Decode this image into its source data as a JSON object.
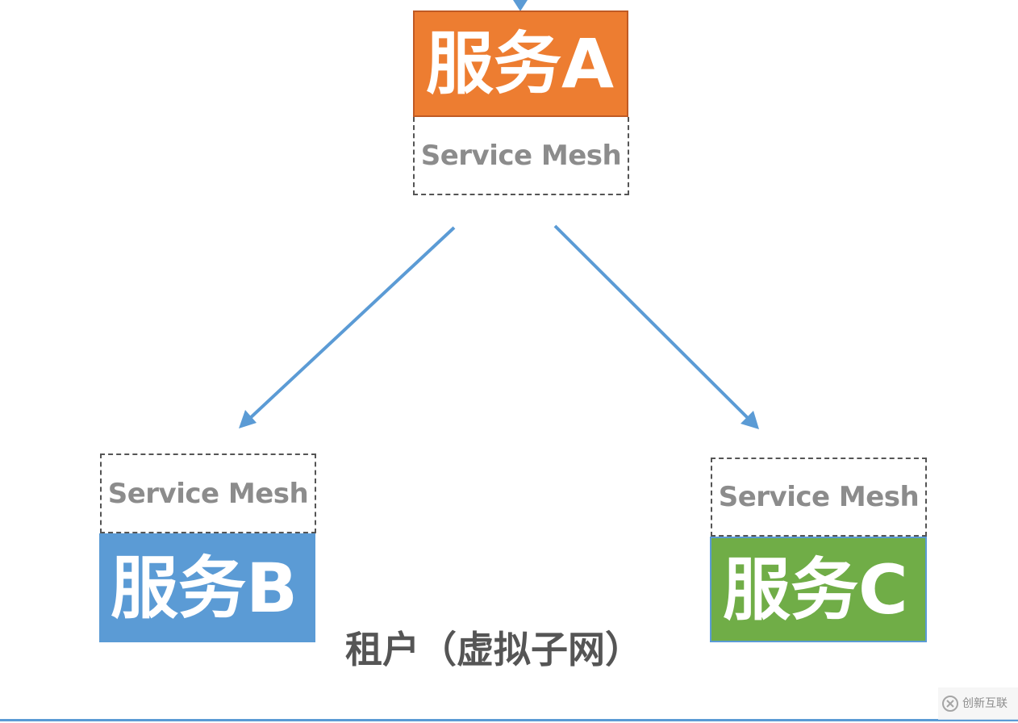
{
  "services": {
    "a": {
      "label": "服务A",
      "color": "#ed7d31"
    },
    "b": {
      "label": "服务B",
      "color": "#5b9bd5"
    },
    "c": {
      "label": "服务C",
      "color": "#70ad47"
    }
  },
  "mesh_label": "Service Mesh",
  "tenant_label": "租户（虚拟子网）",
  "arrow_color": "#5b9bd5",
  "watermark": {
    "text": "创新互联"
  }
}
